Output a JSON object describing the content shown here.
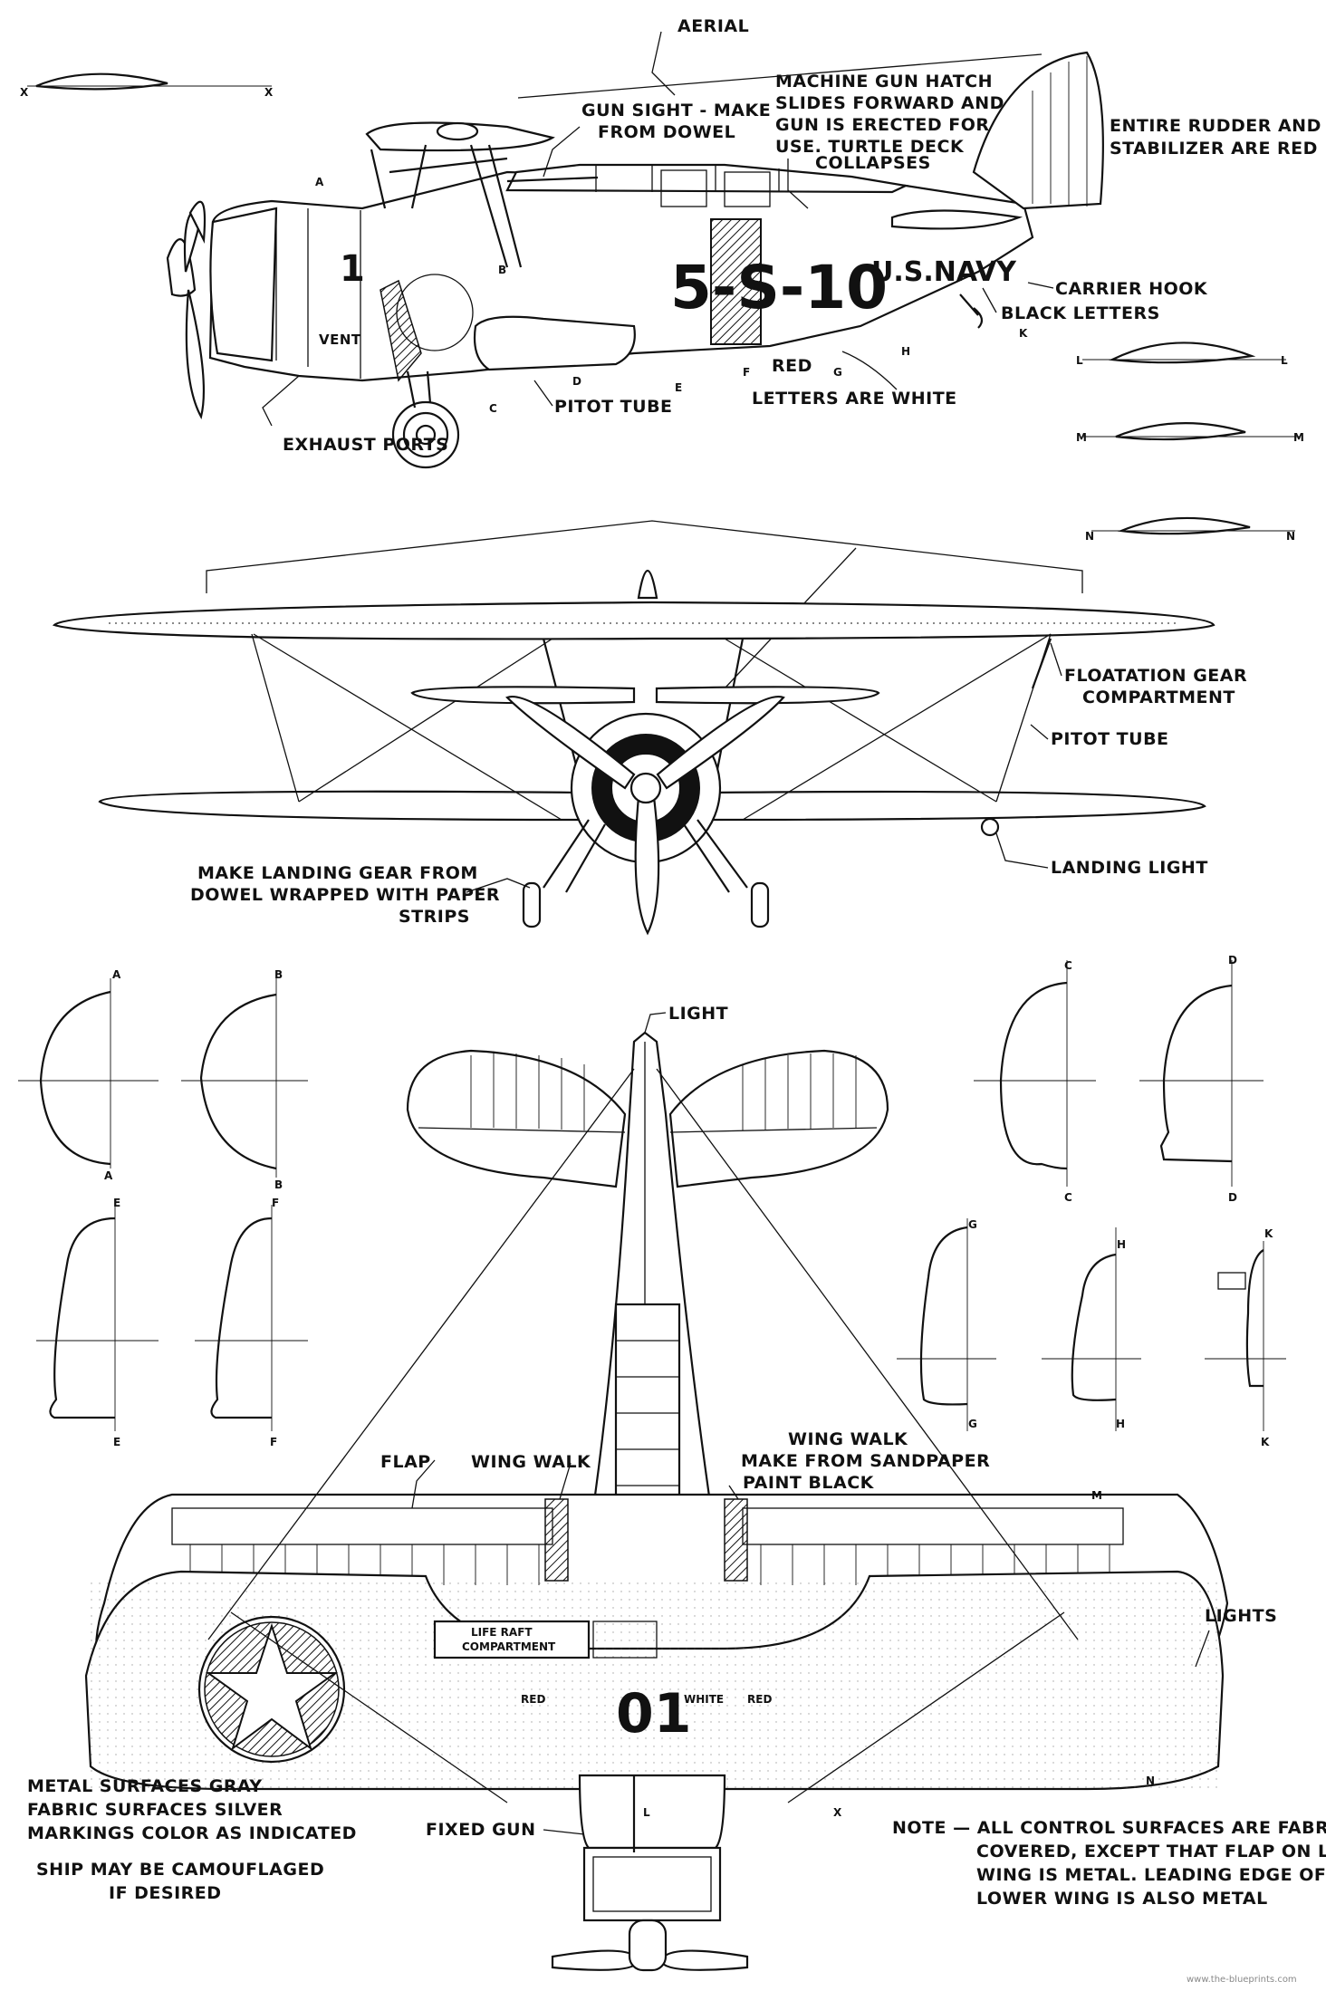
{
  "side_view": {
    "labels": {
      "aerial": "AERIAL",
      "gun_sight_1": "GUN SIGHT - MAKE",
      "gun_sight_2": "FROM DOWEL",
      "hatch_1": "MACHINE GUN HATCH",
      "hatch_2": "SLIDES FORWARD AND",
      "hatch_3": "GUN IS ERECTED FOR",
      "hatch_4": "USE. TURTLE DECK",
      "hatch_5": "COLLAPSES",
      "rudder_1": "ENTIRE RUDDER AND",
      "rudder_2": "STABILIZER ARE RED",
      "carrier_hook": "CARRIER HOOK",
      "black_letters": "BLACK LETTERS",
      "exhaust": "EXHAUST PORTS",
      "vent": "VENT",
      "pitot": "PITOT TUBE",
      "red": "RED",
      "white_letters": "LETTERS ARE WHITE",
      "code": "5-S-10",
      "navy": "U.S.NAVY",
      "cowl_number": "1"
    },
    "section_letters": [
      "A",
      "B",
      "C",
      "D",
      "E",
      "F",
      "G",
      "H",
      "K"
    ]
  },
  "airfoils": [
    {
      "label": "X"
    },
    {
      "label": "L"
    },
    {
      "label": "M"
    },
    {
      "label": "N"
    }
  ],
  "front_view": {
    "labels": {
      "flotation_1": "FLOATATION GEAR",
      "flotation_2": "COMPARTMENT",
      "pitot": "PITOT TUBE",
      "landing_light": "LANDING LIGHT",
      "gear_1": "MAKE LANDING GEAR FROM",
      "gear_2": "DOWEL WRAPPED WITH PAPER",
      "gear_3": "STRIPS"
    }
  },
  "sections": {
    "left": [
      "A",
      "B",
      "E",
      "F"
    ],
    "right": [
      "C",
      "D",
      "G",
      "H",
      "K"
    ]
  },
  "top_view": {
    "labels": {
      "light": "LIGHT",
      "flap": "FLAP",
      "wing_walk": "WING WALK",
      "wing_walk_r1": "WING WALK",
      "wing_walk_r2": "MAKE FROM SANDPAPER",
      "wing_walk_r3": "PAINT BLACK",
      "lights": "LIGHTS",
      "life_raft_1": "LIFE RAFT",
      "life_raft_2": "COMPARTMENT",
      "red_left": "RED",
      "red_right": "RED",
      "white": "WHITE",
      "wing_number": "01",
      "fixed_gun": "FIXED GUN",
      "m": "M",
      "n": "N",
      "l": "L",
      "x": "X"
    }
  },
  "notes": {
    "colors_1": "METAL SURFACES GRAY",
    "colors_2": "FABRIC SURFACES SILVER",
    "colors_3": "MARKINGS COLOR AS INDICATED",
    "camo_1": "SHIP MAY BE CAMOUFLAGED",
    "camo_2": "IF DESIRED",
    "note_1": "NOTE — ALL CONTROL SURFACES ARE FABRIC",
    "note_2": "COVERED, EXCEPT THAT FLAP ON LOWER",
    "note_3": "WING IS METAL. LEADING EDGE OF",
    "note_4": "LOWER WING IS ALSO METAL"
  },
  "watermark": "www.the-blueprints.com",
  "colors": {
    "ink": "#111111",
    "paper": "#ffffff"
  }
}
